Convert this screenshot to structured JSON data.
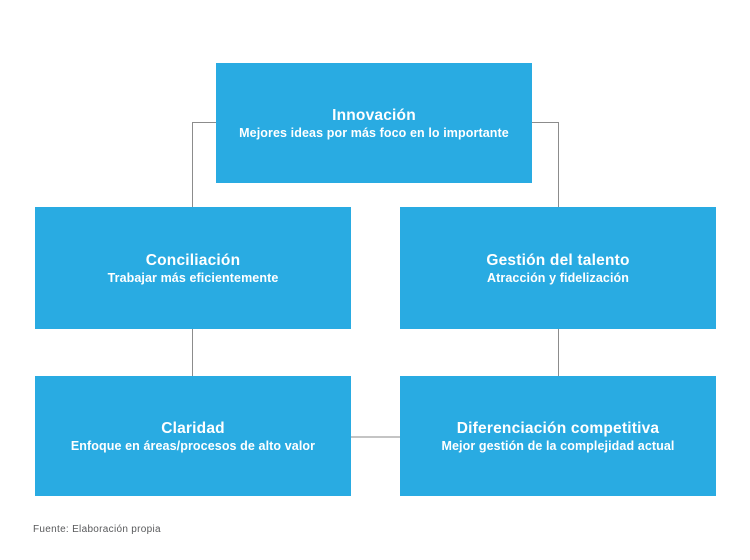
{
  "diagram": {
    "colors": {
      "background": "#ffffff",
      "box": "#29ABE2",
      "node_text": "#ffffff",
      "connector": "#8c8c8c",
      "connector_light": "#c4c4c4"
    },
    "nodes": [
      {
        "id": "innovacion",
        "title": "Innovación",
        "subtitle": "Mejores ideas por más foco en lo importante"
      },
      {
        "id": "conciliacion",
        "title": "Conciliación",
        "subtitle": "Trabajar más eficientemente"
      },
      {
        "id": "gestion-talento",
        "title": "Gestión del talento",
        "subtitle": "Atracción y fidelización"
      },
      {
        "id": "claridad",
        "title": "Claridad",
        "subtitle": "Enfoque en áreas/procesos de alto valor"
      },
      {
        "id": "diferenciacion",
        "title": "Diferenciación competitiva",
        "subtitle": "Mejor gestión de la complejidad actual"
      }
    ],
    "footer": "Fuente: Elaboración propia"
  }
}
